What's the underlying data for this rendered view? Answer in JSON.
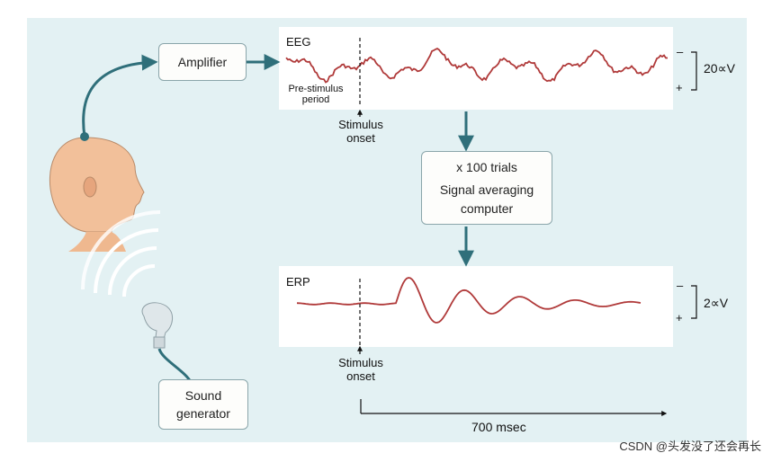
{
  "diagram": {
    "amplifier": "Amplifier",
    "eeg_label": "EEG",
    "pre_stimulus": [
      "Pre-stimulus",
      "period"
    ],
    "stimulus_onset_top": [
      "Stimulus",
      "onset"
    ],
    "scale_eeg": "20∝V",
    "trials": "x 100 trials",
    "averaging": [
      "Signal averaging",
      "computer"
    ],
    "erp_label": "ERP",
    "scale_erp": "2∝V",
    "stimulus_onset_bottom": [
      "Stimulus",
      "onset"
    ],
    "sound_generator": [
      "Sound",
      "generator"
    ],
    "time_label": "700 msec",
    "minus_sign": "–",
    "plus_sign": "+"
  },
  "watermark": "CSDN @头发没了还会再长",
  "colors": {
    "panel": "#e3f1f3",
    "arrow": "#2f6f7a",
    "trace": "#b03a3a",
    "skin": "#f2c09a"
  }
}
